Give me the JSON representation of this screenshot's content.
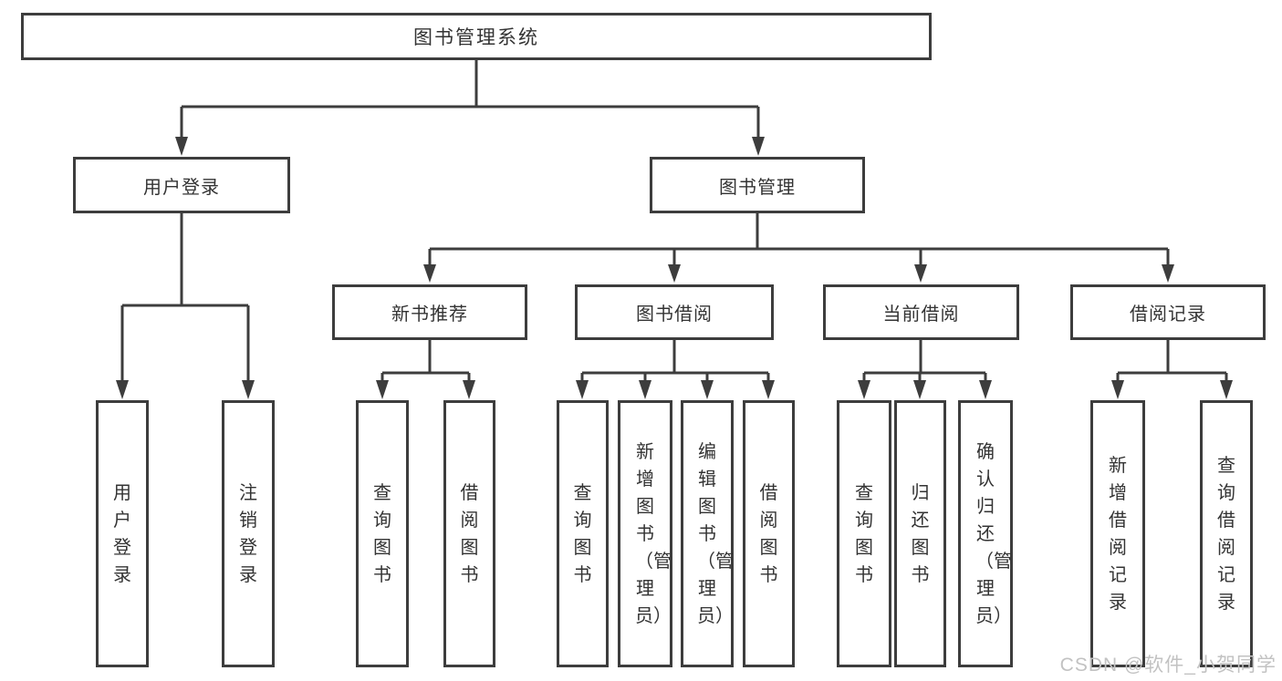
{
  "tree": {
    "label": "图书管理系统",
    "children": [
      {
        "label": "用户登录",
        "children": [
          {
            "label": "用户登录"
          },
          {
            "label": "注销登录"
          }
        ]
      },
      {
        "label": "图书管理",
        "children": [
          {
            "label": "新书推荐",
            "children": [
              {
                "label": "查询图书"
              },
              {
                "label": "借阅图书"
              }
            ]
          },
          {
            "label": "图书借阅",
            "children": [
              {
                "label": "查询图书"
              },
              {
                "label": "新增图书（管理员）"
              },
              {
                "label": "编辑图书（管理员）"
              },
              {
                "label": "借阅图书"
              }
            ]
          },
          {
            "label": "当前借阅",
            "children": [
              {
                "label": "查询图书"
              },
              {
                "label": "归还图书"
              },
              {
                "label": "确认归还（管理员）"
              }
            ]
          },
          {
            "label": "借阅记录",
            "children": [
              {
                "label": "新增借阅记录"
              },
              {
                "label": "查询借阅记录"
              }
            ]
          }
        ]
      }
    ]
  },
  "watermark": {
    "text": "CSDN @软件_小贺同学"
  },
  "colors": {
    "line": "#3d3d3d",
    "box_border": "#3d3d3d",
    "text": "#333333",
    "watermark": "#c2c2c2",
    "background": "#ffffff"
  }
}
